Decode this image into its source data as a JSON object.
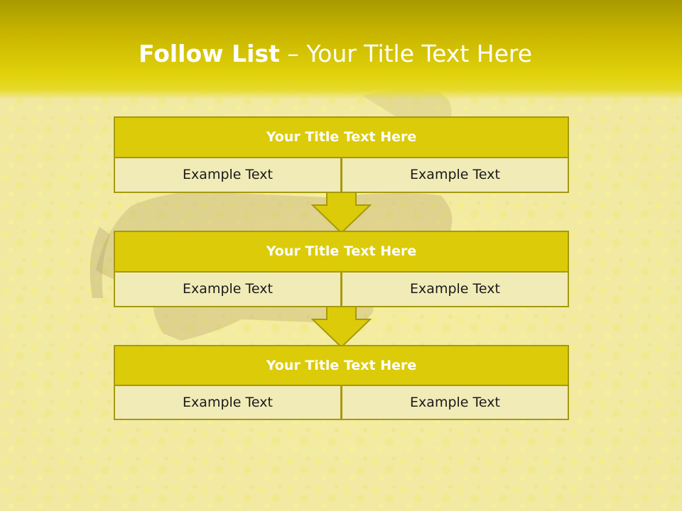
{
  "slide": {
    "title_bold": "Follow List",
    "title_rest": " – Your Title Text Here"
  },
  "steps": [
    {
      "title": "Your Title Text Here",
      "left": "Example Text",
      "right": "Example Text"
    },
    {
      "title": "Your Title Text Here",
      "left": "Example Text",
      "right": "Example Text"
    },
    {
      "title": "Your Title Text Here",
      "left": "Example Text",
      "right": "Example Text"
    }
  ],
  "colors": {
    "header": "#c9b600",
    "title_box": "#dccb08",
    "cell_box": "#f1ebb8",
    "border": "#a59a0e",
    "arrow_fill": "#dccb08"
  }
}
